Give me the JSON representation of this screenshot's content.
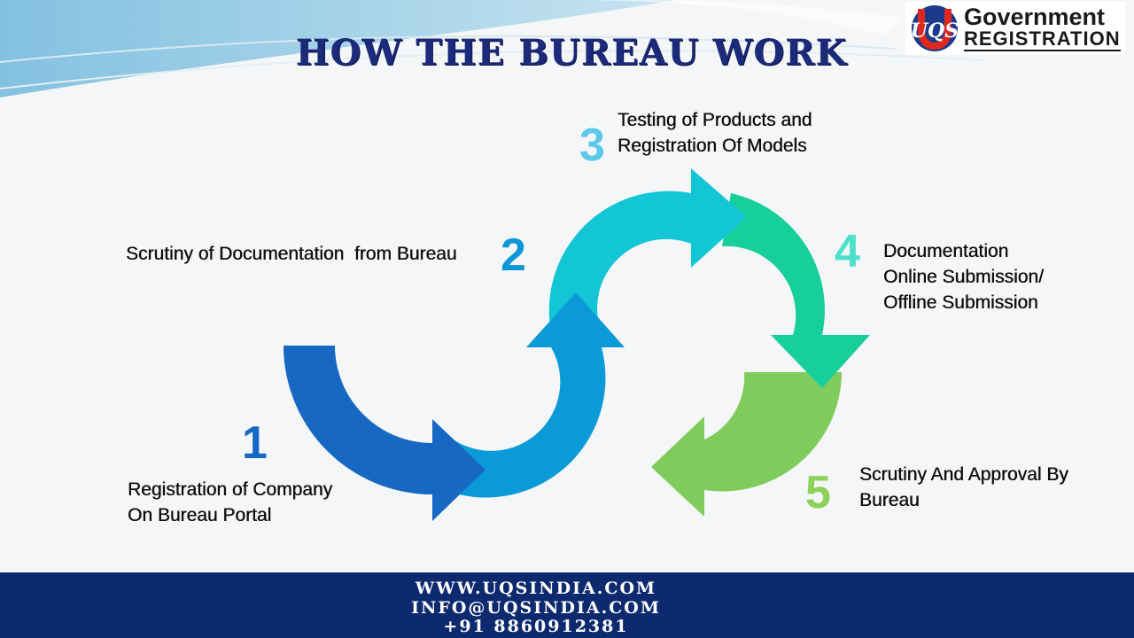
{
  "title": "HOW THE BUREAU  WORK",
  "logo": {
    "mark": "UQS",
    "line1": "Government",
    "line2": "REGISTRATION"
  },
  "steps": [
    {
      "number": "1",
      "lines": [
        "Registration of Company",
        "On Bureau Portal"
      ]
    },
    {
      "number": "2",
      "lines": [
        "Scrutiny of Documentation  from Bureau"
      ]
    },
    {
      "number": "3",
      "lines": [
        "Testing of Products and",
        "Registration Of Models"
      ]
    },
    {
      "number": "4",
      "lines": [
        "Documentation",
        "Online Submission/",
        "Offline Submission"
      ]
    },
    {
      "number": "5",
      "lines": [
        "Scrutiny And Approval By",
        "Bureau"
      ]
    }
  ],
  "footer": {
    "website": "WWW.UQSINDIA.COM",
    "email": "INFO@UQSINDIA.COM",
    "phone": "+91 8860912381"
  },
  "colors": {
    "title": "#1c2a7a",
    "footer_bg": "#0e2a6e",
    "arrow_1": "#1768c2",
    "arrow_2": "#0b9ad8",
    "arrow_3": "#12c6d6",
    "arrow_4": "#17cf9a",
    "arrow_5": "#7fcb5c"
  }
}
